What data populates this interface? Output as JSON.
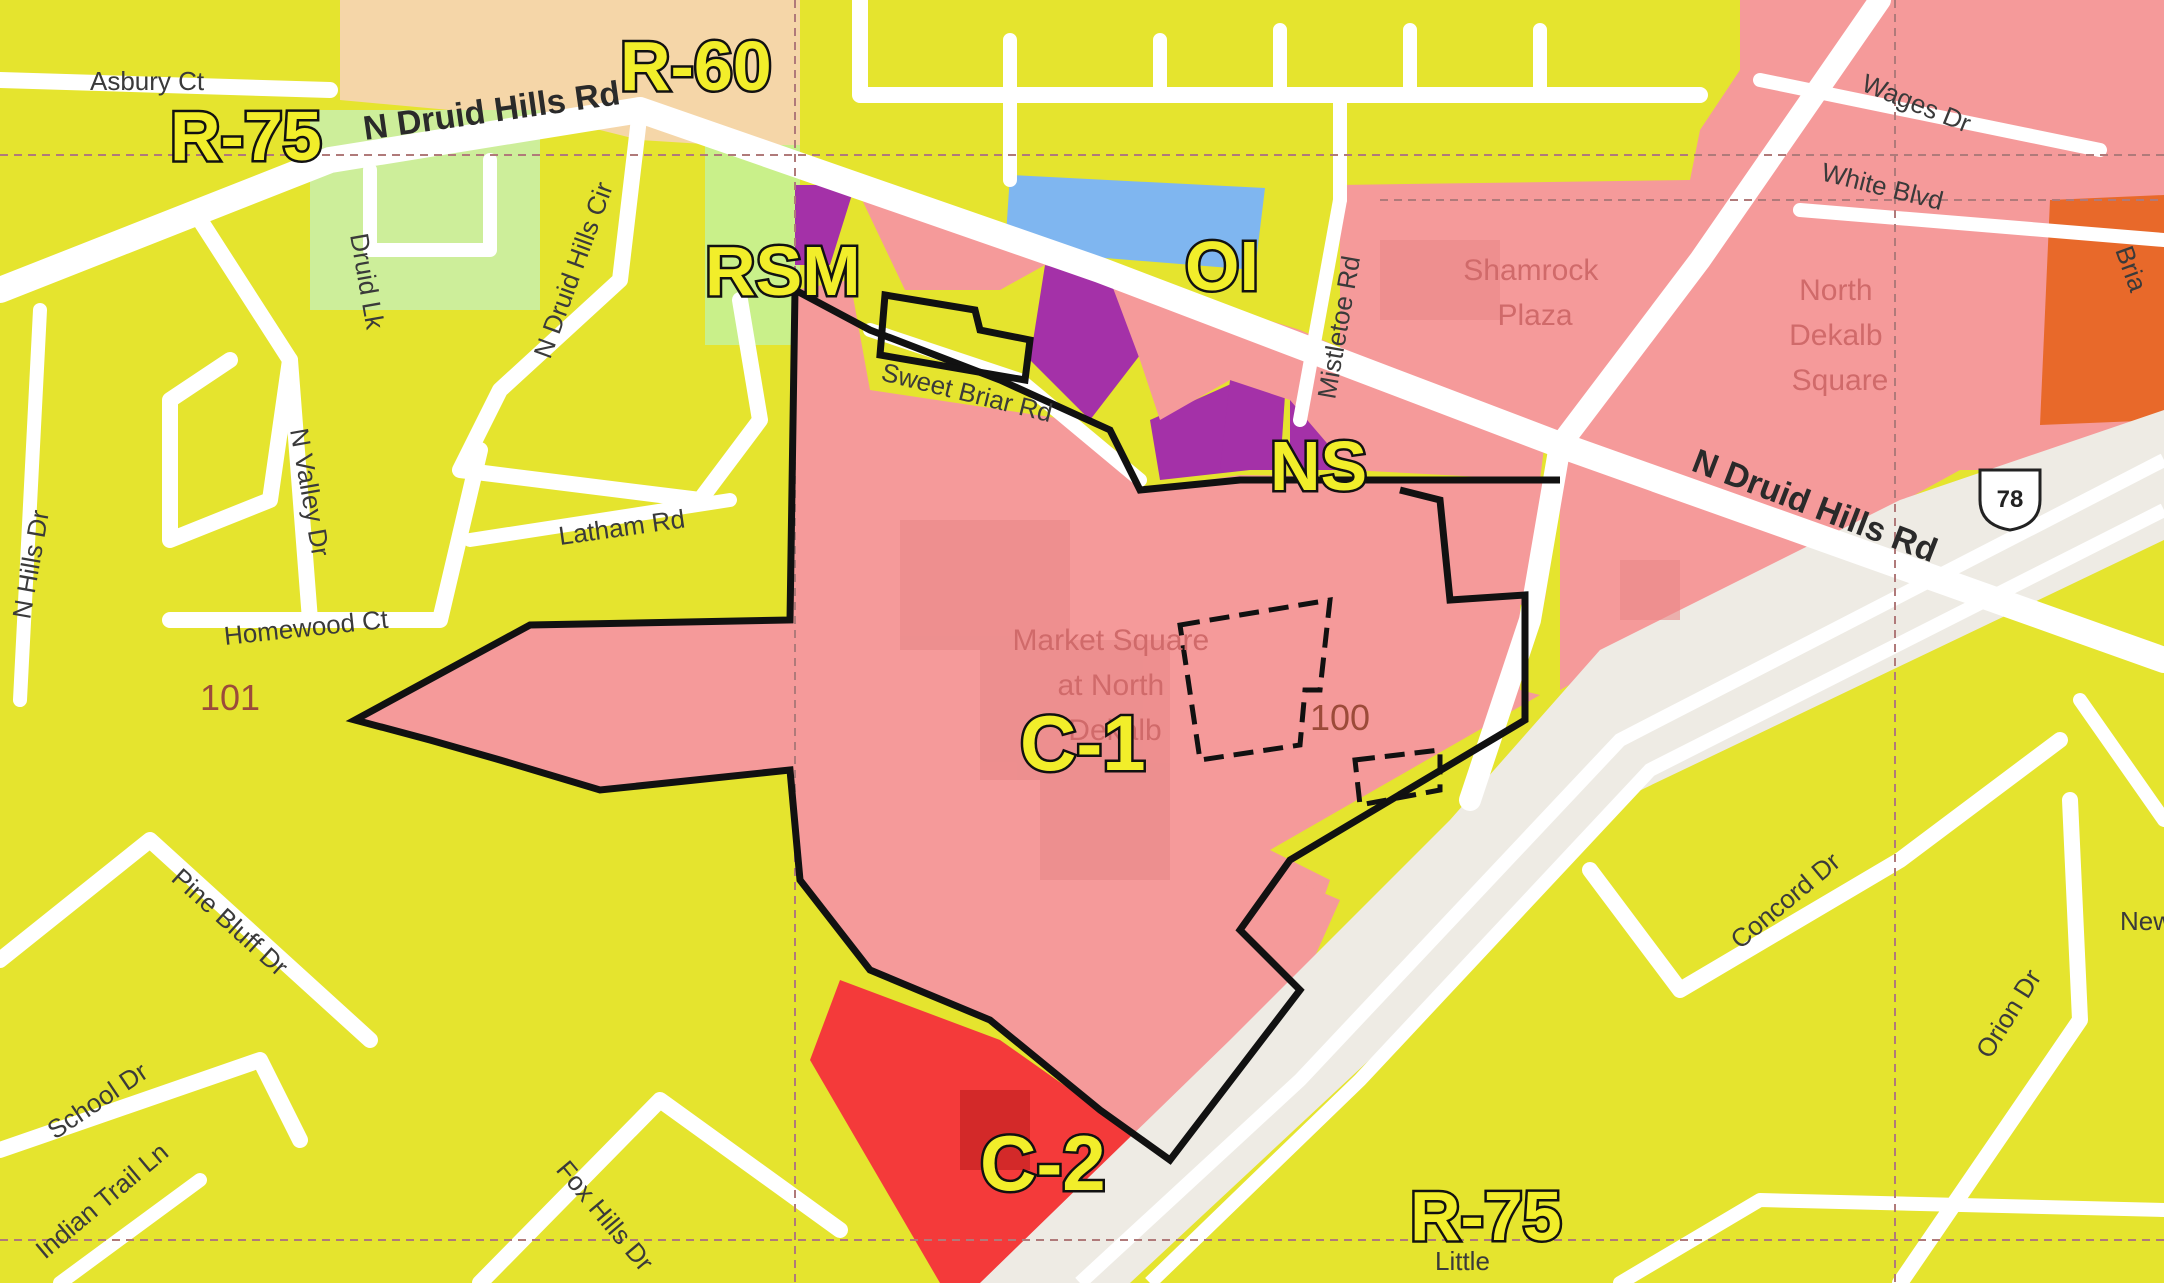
{
  "map": {
    "zones": [
      {
        "id": "r60",
        "label": "R-60",
        "zone_class": "residential"
      },
      {
        "id": "r75-nw",
        "label": "R-75",
        "zone_class": "residential"
      },
      {
        "id": "rsm",
        "label": "RSM",
        "zone_class": "residential-small-lot"
      },
      {
        "id": "oi",
        "label": "OI",
        "zone_class": "office-institutional"
      },
      {
        "id": "ns",
        "label": "NS",
        "zone_class": "neighborhood-shopping"
      },
      {
        "id": "c1",
        "label": "C-1",
        "zone_class": "local-commercial"
      },
      {
        "id": "c2",
        "label": "C-2",
        "zone_class": "general-commercial"
      },
      {
        "id": "r75-s",
        "label": "R-75",
        "zone_class": "residential"
      }
    ],
    "streets": {
      "asbury": "Asbury Ct",
      "druid_nw": "N Druid Hills Rd",
      "druid_se": "N Druid Hills Rd",
      "druid_hills_cir": "N Druid Hills Cir",
      "druid_lk": "Druid Lk",
      "valley": "N Valley Dr",
      "latham": "Latham Rd",
      "homewood": "Homewood Ct",
      "sweet_briar": "Sweet Briar Rd",
      "mistletoe": "Mistletoe Rd",
      "wages": "Wages Dr",
      "white": "White Blvd",
      "pine_bluff": "Pine Bluff Dr",
      "school": "School Dr",
      "concord": "Concord Dr",
      "orion": "Orion Dr",
      "hills_dr": "N Hills Dr",
      "fox_hills": "Fox Hills Dr",
      "trail": "Indian Trail Ln",
      "briar": "Bria",
      "new": "New",
      "little": "Little"
    },
    "places": {
      "shamrock": [
        "Shamrock",
        "Plaza"
      ],
      "north_dekalb": [
        "North",
        "Dekalb",
        "Square"
      ],
      "market_square": [
        "Market Square",
        "at North",
        "Dekalb"
      ]
    },
    "districts": {
      "d101": "101",
      "d100": "100"
    },
    "highway_shield": "78",
    "colors": {
      "residential": "#e5e42e",
      "residential_light": "#e8eb5a",
      "commercial_c1": "#f59a9a",
      "commercial_c2": "#f43a3a",
      "office_institutional": "#7fb6f0",
      "neighborhood_shopping": "#a431a8",
      "rsm": "#c9f08a",
      "orange_zone": "#e8692a",
      "road": "#ffffff",
      "highway": "#eeebe4",
      "boundary": "#111111"
    }
  }
}
